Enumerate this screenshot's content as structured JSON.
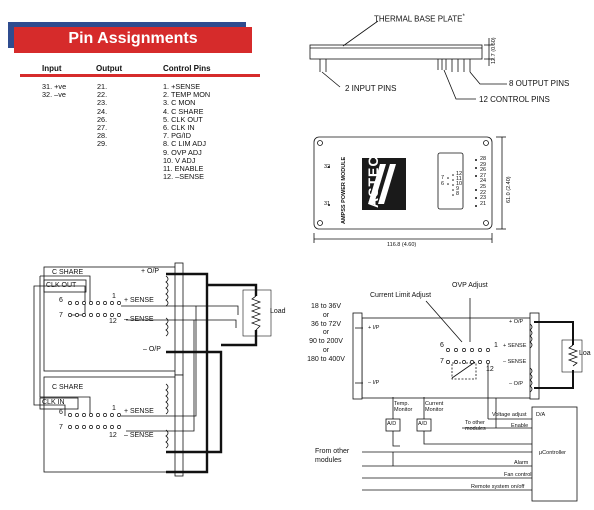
{
  "pin_table": {
    "title": "Pin Assignments",
    "headers": [
      "Input",
      "Output",
      "Control Pins"
    ],
    "input": [
      "31. +ve",
      "32. –ve"
    ],
    "output": [
      "21.",
      "22.",
      "23.",
      "24.",
      "26.",
      "27.",
      "28.",
      "29."
    ],
    "control": [
      "1.   +SENSE",
      "2.   TEMP MON",
      "3.   C MON",
      "4.   C SHARE",
      "5.   CLK OUT",
      "6.   CLK IN",
      "7.   PG/ID",
      "8.   C LIM ADJ",
      "9.   OVP ADJ",
      "10.  V ADJ",
      "11.  ENABLE",
      "12.  –SENSE"
    ]
  },
  "side_view": {
    "thermal_plate": "THERMAL BASE PLATE",
    "thermal_mark": "*",
    "height_dim": "12.7 (0.50)",
    "input_pins": "2 INPUT PINS",
    "output_pins": "8 OUTPUT PINS",
    "control_pins": "12 CONTROL PINS"
  },
  "top_view": {
    "module_label": "AMPSS POWER MODULE",
    "brand": "ASTEC",
    "width_dim": "116.8 (4.60)",
    "height_dim": "61.0 (2.40)",
    "pin_32": "32",
    "pin_31": "31",
    "left_pin_nums": [
      "7",
      "6"
    ],
    "mid_pin_nums": [
      "12",
      "11",
      "10",
      "9",
      "8"
    ],
    "right_pin_nums": [
      "28",
      "29",
      "26",
      "27",
      "24",
      "25",
      "22",
      "23",
      "21"
    ]
  },
  "parallel": {
    "top": {
      "c_share": "C SHARE",
      "clk": "CLK OUT",
      "pin6": "6",
      "pin7": "7",
      "pin1": "1",
      "pin12": "12",
      "plus_sense": "+ SENSE",
      "minus_sense": "– SENSE",
      "plus_op": "+ O/P",
      "minus_op": "– O/P"
    },
    "bottom": {
      "c_share": "C SHARE",
      "clk": "CLK IN",
      "pin6": "6",
      "pin7": "7",
      "pin1": "1",
      "pin12": "12",
      "plus_sense": "+ SENSE",
      "minus_sense": "– SENSE"
    },
    "load": "Load"
  },
  "control": {
    "input_ranges": [
      "18 to 36V",
      "or",
      "36 to 72V",
      "or",
      "90 to 200V",
      "or",
      "180 to 400V"
    ],
    "plus_ip": "+ I/P",
    "minus_ip": "– I/P",
    "current_limit": "Current Limit Adjust",
    "ovp": "OVP Adjust",
    "pin6": "6",
    "pin7": "7",
    "pin1": "1",
    "pin12": "12",
    "plus_op": "+ O/P",
    "minus_op": "– O/P",
    "plus_sense": "+ SENSE",
    "minus_sense": "– SENSE",
    "load": "Loa",
    "temp_monitor": [
      "Temp.",
      "Monitor"
    ],
    "current_monitor": [
      "Current",
      "Monitor"
    ],
    "ad": "A/D",
    "da": "D/A",
    "voltage_adjust": "Voltage adjust",
    "to_other": [
      "To other",
      "modules"
    ],
    "enable": "Enable",
    "from_other": [
      "From other",
      "modules"
    ],
    "alarm": "Alarm",
    "fan": "Fan control",
    "remote": "Remote system on/off",
    "controller": "μController"
  }
}
